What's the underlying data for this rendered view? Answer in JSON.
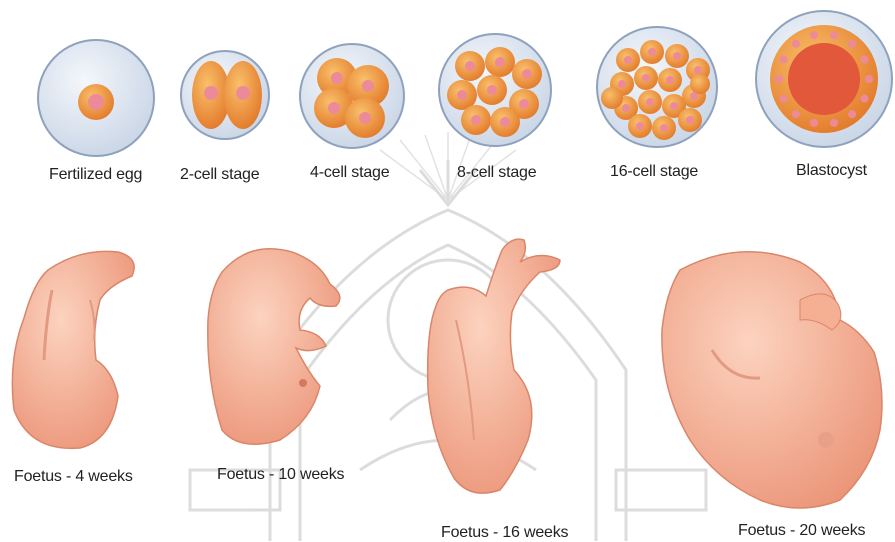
{
  "diagram": {
    "cell_stages": [
      {
        "label": "Fertilized egg"
      },
      {
        "label": "2-cell stage"
      },
      {
        "label": "4-cell stage"
      },
      {
        "label": "8-cell stage"
      },
      {
        "label": "16-cell stage"
      },
      {
        "label": "Blastocyst"
      }
    ],
    "foetus_stages": [
      {
        "label": "Foetus - 4 weeks"
      },
      {
        "label": "Foetus - 10 weeks"
      },
      {
        "label": "Foetus - 16 weeks"
      },
      {
        "label": "Foetus - 20 weeks"
      }
    ]
  },
  "colors": {
    "membrane": "#dfe7f2",
    "membrane_edge": "#8ea2bd",
    "cell": "#f2a54a",
    "cell_dark": "#e07a22",
    "nucleus": "#ec8a9a",
    "skin": "#f7b79c",
    "skin_dark": "#e08a6e",
    "watermark": "#d6d6d6"
  }
}
